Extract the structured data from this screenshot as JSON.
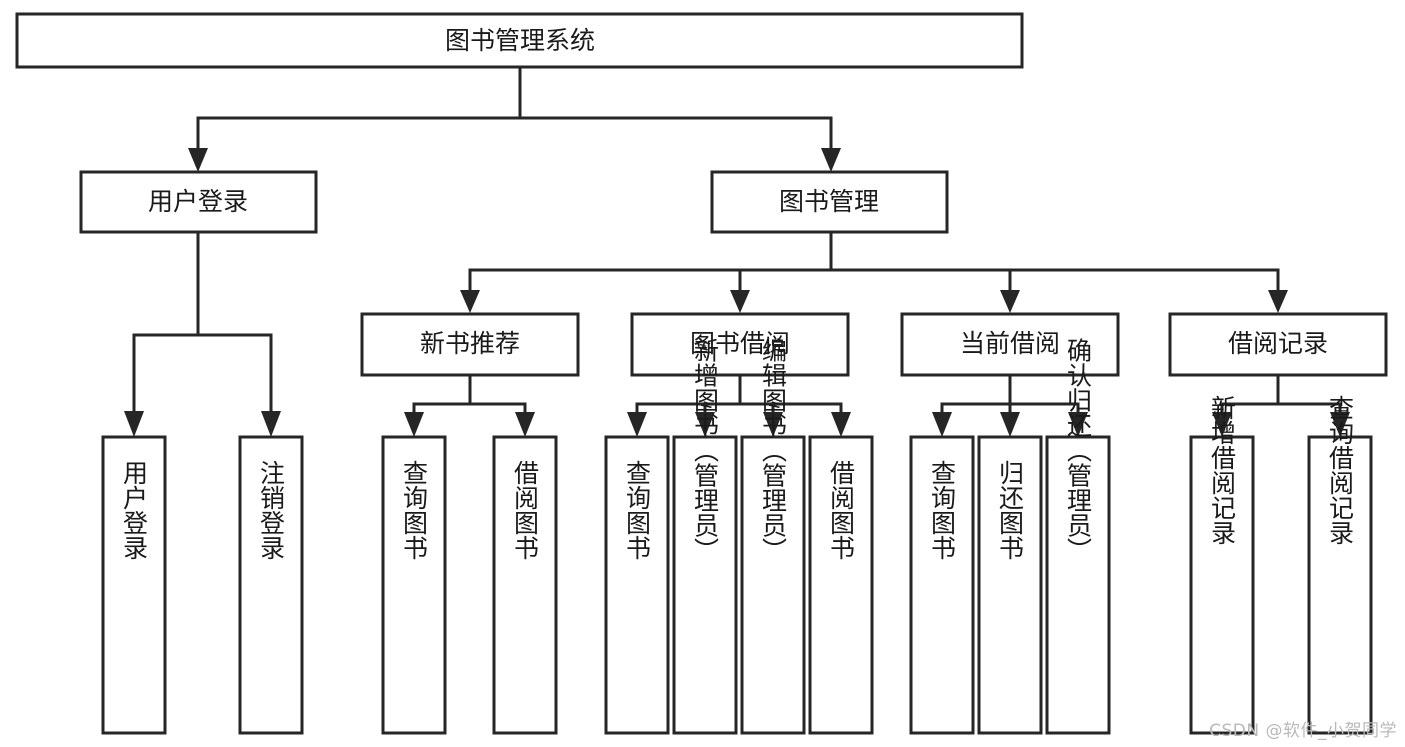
{
  "diagram": {
    "title": "图书管理系统",
    "type": "function-tree",
    "watermark": "CSDN @软件_小贺同学",
    "colors": {
      "stroke": "#262626",
      "fill": "#ffffff",
      "text": "#1a1a1a",
      "watermark": "#b9b9b9",
      "background": "#ffffff"
    },
    "levels": {
      "root": "图书管理系统",
      "level2": [
        "用户登录",
        "图书管理"
      ],
      "level3": [
        "新书推荐",
        "图书借阅",
        "当前借阅",
        "借阅记录"
      ]
    },
    "nodes": {
      "root": {
        "label": "图书管理系统"
      },
      "user_login": {
        "label": "用户登录"
      },
      "book_manage": {
        "label": "图书管理"
      },
      "new_book_rec": {
        "label": "新书推荐"
      },
      "book_borrow": {
        "label": "图书借阅"
      },
      "current_borrow": {
        "label": "当前借阅"
      },
      "borrow_record": {
        "label": "借阅记录"
      },
      "leaf_user_login": {
        "label": "用户登录"
      },
      "leaf_user_logout": {
        "label": "注销登录"
      },
      "leaf_rec_query": {
        "label": "查询图书"
      },
      "leaf_rec_borrow": {
        "label": "借阅图书"
      },
      "leaf_borrow_query": {
        "label": "查询图书"
      },
      "leaf_borrow_add": {
        "label": "新增图书（管理员）"
      },
      "leaf_borrow_edit": {
        "label": "编辑图书（管理员）"
      },
      "leaf_borrow_do": {
        "label": "借阅图书"
      },
      "leaf_cur_query": {
        "label": "查询图书"
      },
      "leaf_cur_return": {
        "label": "归还图书"
      },
      "leaf_cur_confirm": {
        "label": "确认归还（管理员）"
      },
      "leaf_rec_add": {
        "label": "新增借阅记录"
      },
      "leaf_rec_search": {
        "label": "查询借阅记录"
      }
    },
    "edges": [
      {
        "from": "root",
        "to": "user_login"
      },
      {
        "from": "root",
        "to": "book_manage"
      },
      {
        "from": "user_login",
        "to": "leaf_user_login"
      },
      {
        "from": "user_login",
        "to": "leaf_user_logout"
      },
      {
        "from": "book_manage",
        "to": "new_book_rec"
      },
      {
        "from": "book_manage",
        "to": "book_borrow"
      },
      {
        "from": "book_manage",
        "to": "current_borrow"
      },
      {
        "from": "book_manage",
        "to": "borrow_record"
      },
      {
        "from": "new_book_rec",
        "to": "leaf_rec_query"
      },
      {
        "from": "new_book_rec",
        "to": "leaf_rec_borrow"
      },
      {
        "from": "book_borrow",
        "to": "leaf_borrow_query"
      },
      {
        "from": "book_borrow",
        "to": "leaf_borrow_add"
      },
      {
        "from": "book_borrow",
        "to": "leaf_borrow_edit"
      },
      {
        "from": "book_borrow",
        "to": "leaf_borrow_do"
      },
      {
        "from": "current_borrow",
        "to": "leaf_cur_query"
      },
      {
        "from": "current_borrow",
        "to": "leaf_cur_return"
      },
      {
        "from": "current_borrow",
        "to": "leaf_cur_confirm"
      },
      {
        "from": "borrow_record",
        "to": "leaf_rec_add"
      },
      {
        "from": "borrow_record",
        "to": "leaf_rec_search"
      }
    ]
  }
}
